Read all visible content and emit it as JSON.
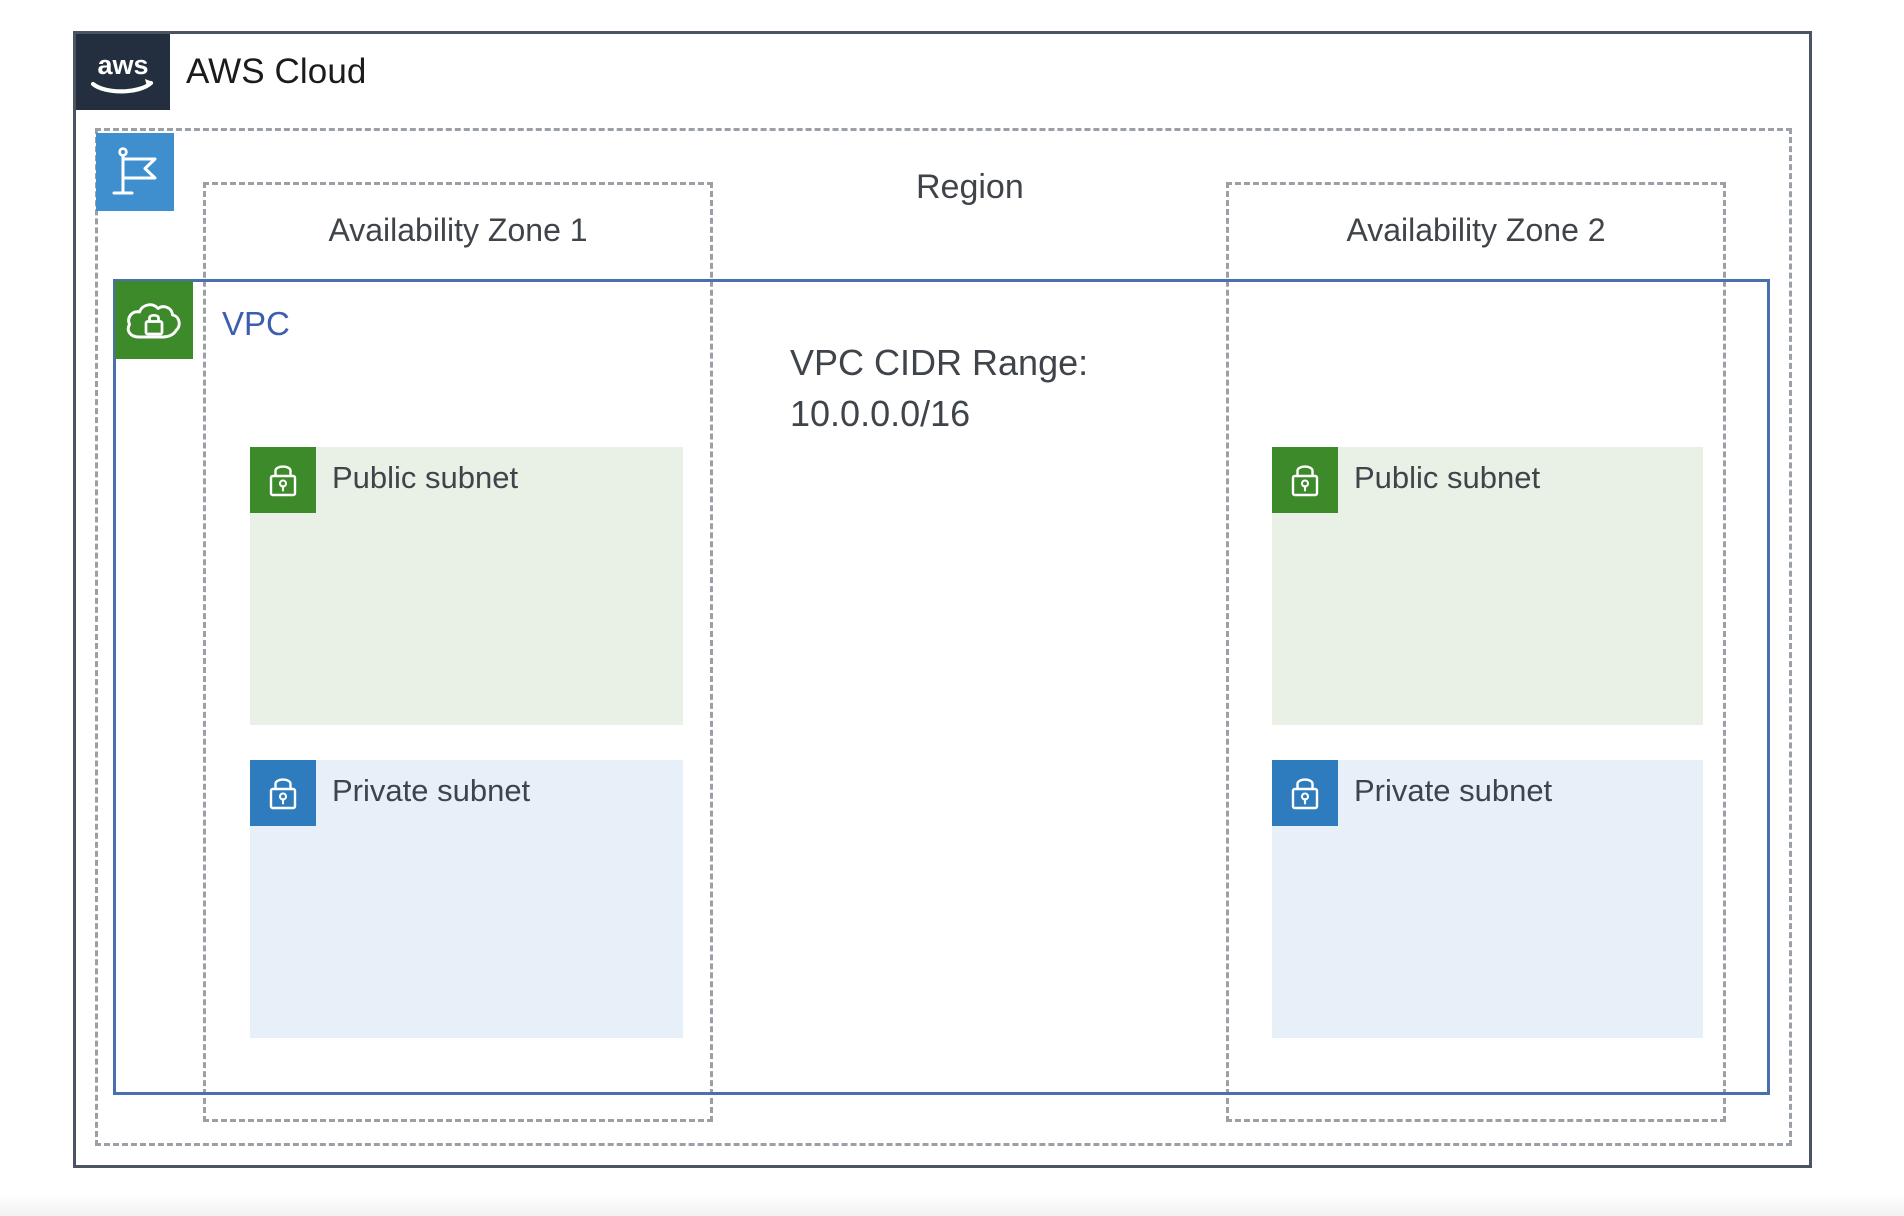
{
  "diagram": {
    "cloud": {
      "title": "AWS Cloud",
      "logo_icon": "aws-logo-icon",
      "border_color": "#4a5462",
      "logo_bg": "#232f3e"
    },
    "region": {
      "title": "Region",
      "icon": "region-flag-icon",
      "icon_bg": "#3f8fce",
      "border_color": "#9aa0a6",
      "border_style": "dashed"
    },
    "vpc": {
      "label": "VPC",
      "icon": "vpc-cloud-lock-icon",
      "icon_bg": "#3c8a29",
      "label_color": "#3b5fad",
      "border_color": "#4a6fae",
      "cidr_note_line1": "VPC CIDR Range:",
      "cidr_note_line2": "10.0.0.0/16",
      "cidr_range": "10.0.0.0/16"
    },
    "availability_zones": [
      {
        "title": "Availability Zone 1",
        "subnets": [
          {
            "label": "Public subnet",
            "type": "public",
            "icon": "subnet-lock-icon",
            "icon_bg": "#3c8a29",
            "fill": "#e9f0e6"
          },
          {
            "label": "Private subnet",
            "type": "private",
            "icon": "subnet-lock-icon",
            "icon_bg": "#2e7cbd",
            "fill": "#e7eff8"
          }
        ]
      },
      {
        "title": "Availability Zone 2",
        "subnets": [
          {
            "label": "Public subnet",
            "type": "public",
            "icon": "subnet-lock-icon",
            "icon_bg": "#3c8a29",
            "fill": "#e9f0e6"
          },
          {
            "label": "Private subnet",
            "type": "private",
            "icon": "subnet-lock-icon",
            "icon_bg": "#2e7cbd",
            "fill": "#e7eff8"
          }
        ]
      }
    ]
  }
}
